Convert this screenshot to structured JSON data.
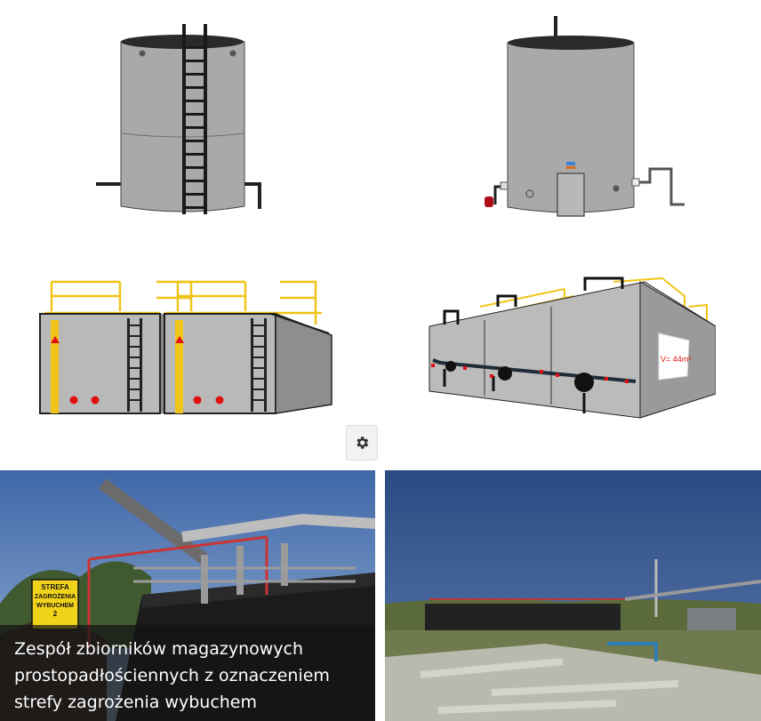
{
  "illustrations": [
    {
      "name": "vertical tank with ladder"
    },
    {
      "name": "vertical tank with fittings"
    },
    {
      "name": "rectangular tank pair"
    },
    {
      "name": "rectangular tank group",
      "volume_label": "V= 44m³"
    }
  ],
  "settings": {
    "icon": "gear-icon"
  },
  "photos": [
    {
      "caption": "Zespół zbiorników magazynowych prostopadłościennych z oznaczeniem strefy zagrożenia wybuchem",
      "sign_lines": [
        "STREFA",
        "ZAGROŻENIA",
        "WYBUCHEM",
        "2"
      ]
    },
    {
      "caption": ""
    }
  ],
  "colors": {
    "tank": "#a6a6a6",
    "railing": "#f0c419",
    "danger": "#e01010",
    "sky": "#2e4f86"
  }
}
